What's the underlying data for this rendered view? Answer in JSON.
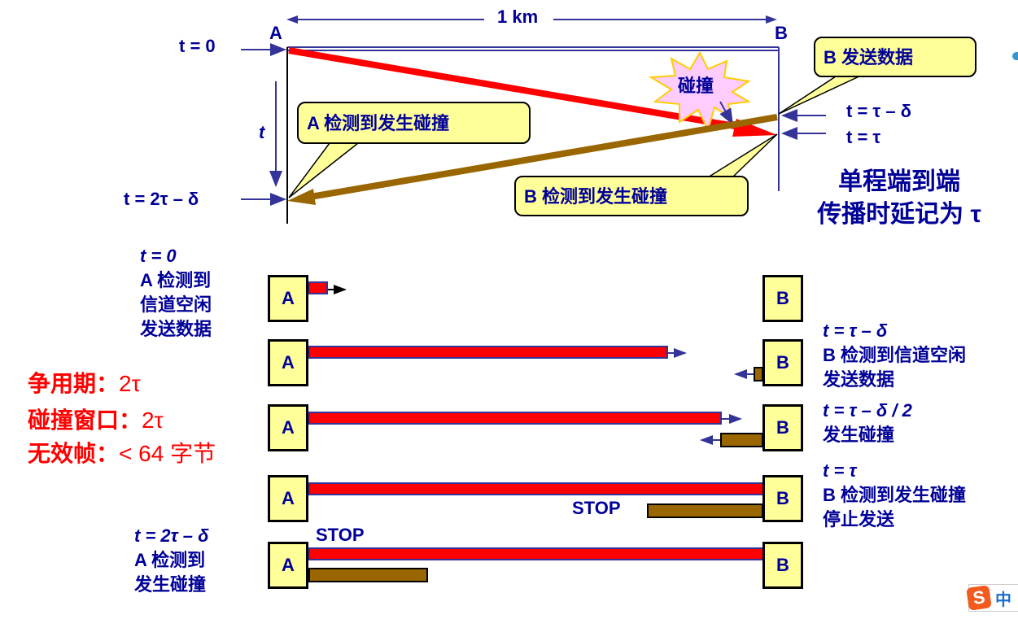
{
  "top_diagram": {
    "distance_label": "1 km",
    "node_a": "A",
    "node_b": "B",
    "t0_label": "t = 0",
    "t_axis_label": "t",
    "t_end_label": "t = 2τ – δ",
    "b_send_time": "t = τ – δ",
    "b_detect_time": "t = τ",
    "collision_burst": "碰撞",
    "callout_a_detect": "A 检测到发生碰撞",
    "callout_b_send": "B 发送数据",
    "callout_b_detect": "B 检测到发生碰撞",
    "note_line1": "单程端到端",
    "note_line2": "传播时延记为 τ"
  },
  "summary": {
    "contention_period": {
      "label": "争用期：",
      "value": "2τ"
    },
    "collision_window": {
      "label": "碰撞窗口：",
      "value": "2τ"
    },
    "invalid_frame": {
      "label": "无效帧：",
      "value": "< 64 字节"
    }
  },
  "steps": [
    {
      "node_a": "A",
      "node_b": "B",
      "left_lines": [
        "t = 0",
        "A 检测到",
        "信道空闲",
        "发送数据"
      ],
      "right_lines": []
    },
    {
      "node_a": "A",
      "node_b": "B",
      "left_lines": [],
      "right_lines": [
        "t = τ – δ",
        "B 检测到信道空闲",
        "发送数据"
      ]
    },
    {
      "node_a": "A",
      "node_b": "B",
      "left_lines": [],
      "right_lines": [
        "t = τ – δ / 2",
        "发生碰撞"
      ]
    },
    {
      "node_a": "A",
      "node_b": "B",
      "stop_label": "STOP",
      "left_lines": [],
      "right_lines": [
        "t = τ",
        "B 检测到发生碰撞",
        "停止发送"
      ]
    },
    {
      "node_a": "A",
      "node_b": "B",
      "stop_label": "STOP",
      "left_lines": [
        "t = 2τ – δ",
        "A 检测到",
        "发生碰撞"
      ],
      "right_lines": []
    }
  ],
  "ime_indicator": {
    "logo": "S",
    "mode": "中"
  },
  "colors": {
    "navy": "#000099",
    "red": "#ff0000",
    "brown": "#996600",
    "callout": "#ffff99",
    "burst": "#ffccff",
    "burst_edge": "#ffcc00"
  }
}
